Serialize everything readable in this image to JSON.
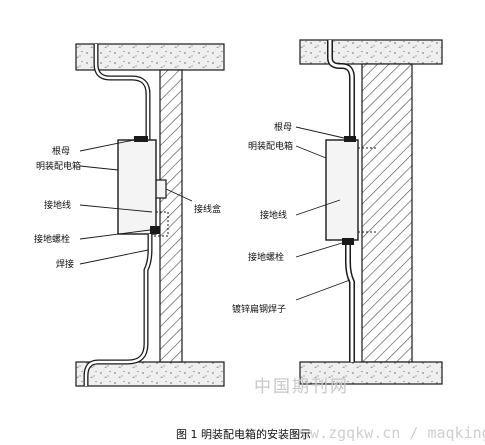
{
  "left_figure": {
    "labels": {
      "nut": "根母",
      "surface_box": "明装配电箱",
      "ground_wire": "接地线",
      "junction_box": "接线盒",
      "ground_bolt": "接地螺栓",
      "weld": "焊接"
    }
  },
  "right_figure": {
    "labels": {
      "nut": "根母",
      "surface_box": "明装配电箱",
      "ground_wire": "接地线",
      "ground_bolt": "接地螺栓",
      "flat_conduit": "镀锌扁钢焊子"
    }
  },
  "caption": "图 1  明装配电箱的安装图示",
  "watermark": {
    "cn": "中国期刊网",
    "en": "www.zgqkw.cn / maqking.com"
  },
  "colors": {
    "line": "#1a1a1a",
    "concrete_fill": "#ededed",
    "hatch": "#555555",
    "box_fill": "#f4f4f4",
    "watermark": "#c8c8c8"
  }
}
